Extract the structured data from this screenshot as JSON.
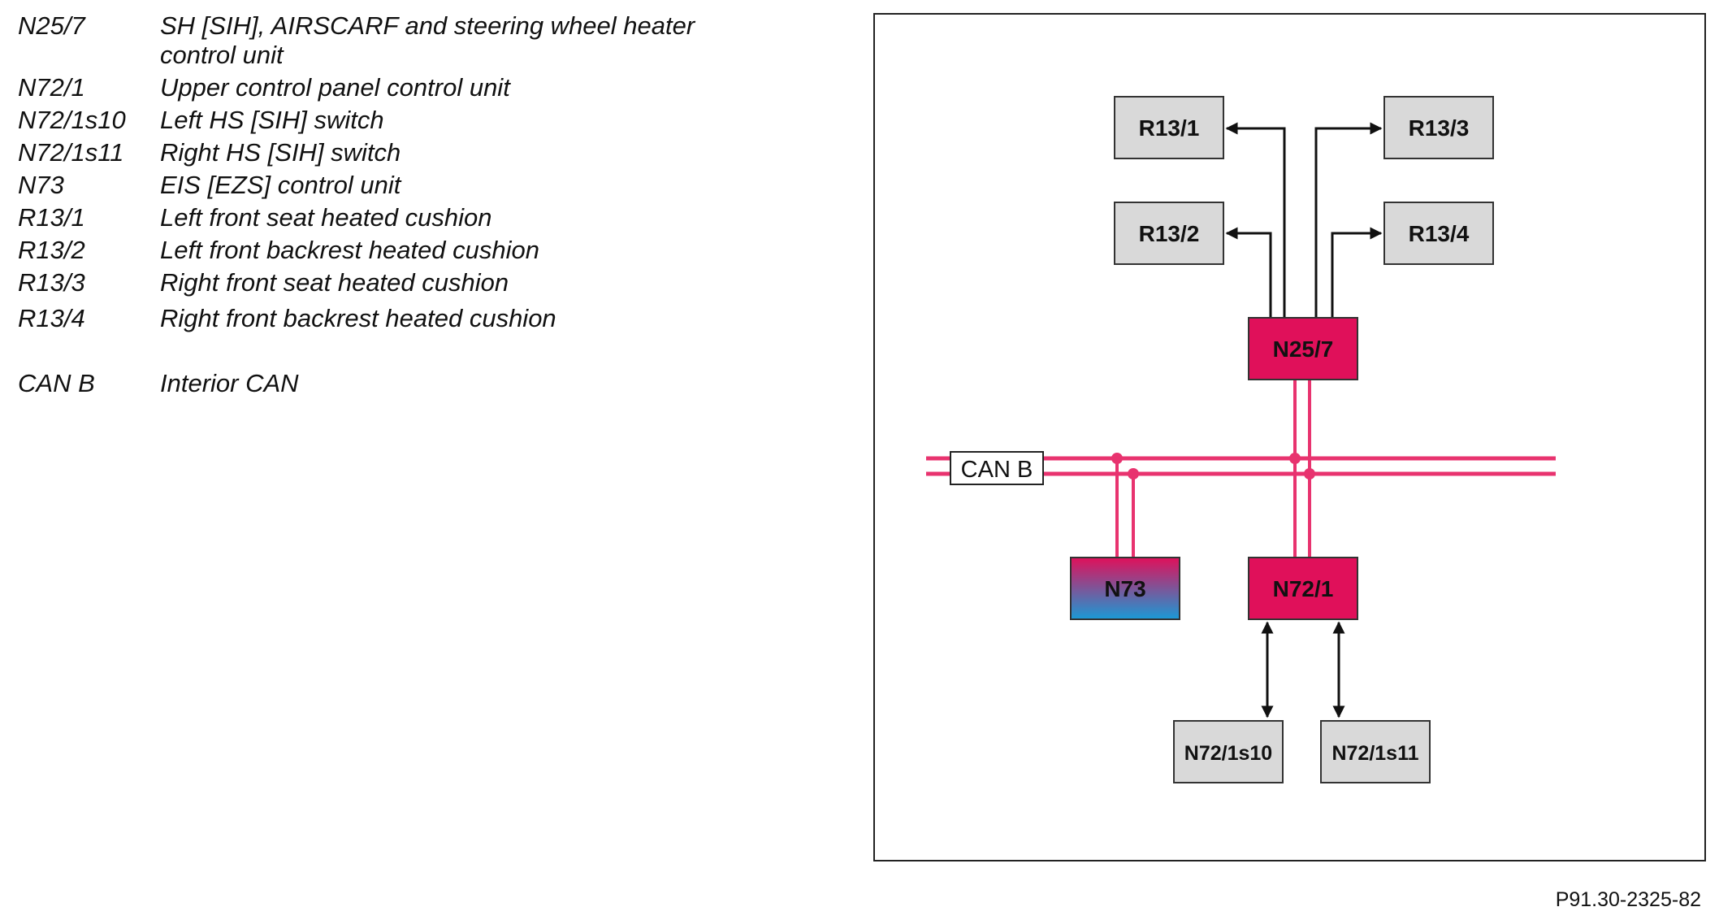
{
  "legend": {
    "items": [
      {
        "code": "N25/7",
        "description": "SH [SIH], AIRSCARF and steering wheel heater control unit"
      },
      {
        "code": "N72/1",
        "description": "Upper control panel control unit"
      },
      {
        "code": "N72/1s10",
        "description": "Left HS [SIH] switch"
      },
      {
        "code": "N72/1s11",
        "description": "Right HS [SIH] switch"
      },
      {
        "code": "N73",
        "description": "EIS [EZS] control unit"
      },
      {
        "code": "R13/1",
        "description": "Left front seat heated cushion"
      },
      {
        "code": "R13/2",
        "description": "Left front backrest heated cushion"
      },
      {
        "code": "R13/3",
        "description": "Right front seat heated cushion"
      },
      {
        "code": "R13/4",
        "description": "Right front backrest heated cushion"
      }
    ],
    "bus": {
      "code": "CAN B",
      "description": "Interior CAN"
    }
  },
  "diagram": {
    "bus_label": "CAN B",
    "nodes": {
      "r13_1": "R13/1",
      "r13_2": "R13/2",
      "r13_3": "R13/3",
      "r13_4": "R13/4",
      "n25_7": "N25/7",
      "n73": "N73",
      "n72_1": "N72/1",
      "n72_1s10": "N72/1s10",
      "n72_1s11": "N72/1s11"
    },
    "colors": {
      "can_bus": "#e8336f",
      "control_unit": "#e0105a",
      "n73_top": "#e0105a",
      "n73_bottom": "#1a9ad6",
      "component": "#d9d9d9",
      "wire": "#111111"
    }
  },
  "footer": {
    "figure_code": "P91.30-2325-82"
  }
}
